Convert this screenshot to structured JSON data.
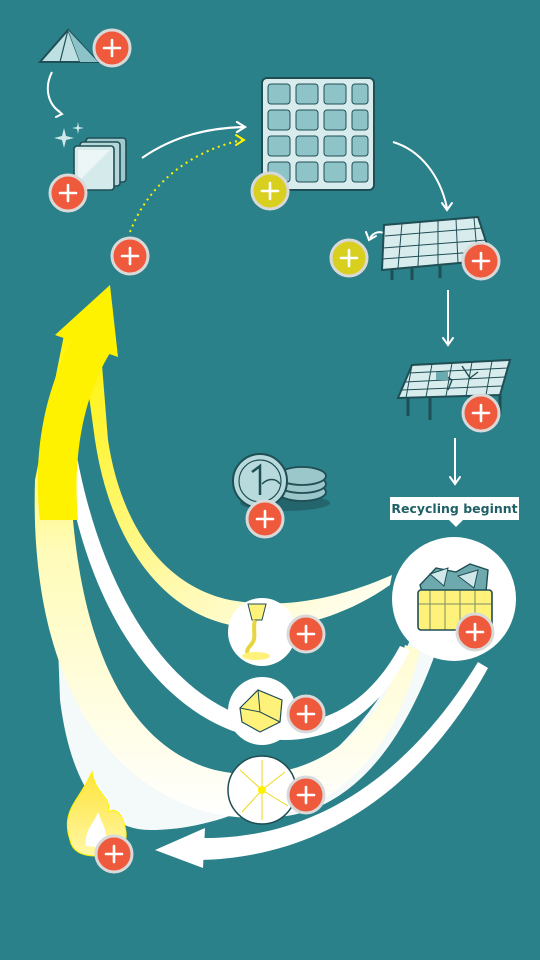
{
  "labels": {
    "recycling_start": "Recycling beginnt"
  },
  "colors": {
    "background": "#2a8189",
    "accent_red": "#f05a3c",
    "accent_yellow": "#d8cf1e",
    "flow_yellow": "#fff200",
    "flow_white": "#ffffff",
    "line_dark": "#1f4e55"
  },
  "hotspots": [
    {
      "name": "hotspot-quartz-sand",
      "color": "red"
    },
    {
      "name": "hotspot-silicon-wafers",
      "color": "red"
    },
    {
      "name": "hotspot-wafer-to-cell",
      "color": "red"
    },
    {
      "name": "hotspot-solar-cell",
      "color": "yellow"
    },
    {
      "name": "hotspot-installation",
      "color": "yellow"
    },
    {
      "name": "hotspot-solar-panel",
      "color": "red"
    },
    {
      "name": "hotspot-broken-panel",
      "color": "red"
    },
    {
      "name": "hotspot-coins-cost",
      "color": "red"
    },
    {
      "name": "hotspot-recycling-container",
      "color": "red"
    },
    {
      "name": "hotspot-recovered-silver",
      "color": "red"
    },
    {
      "name": "hotspot-recovered-aluminium",
      "color": "red"
    },
    {
      "name": "hotspot-recovered-glass",
      "color": "red"
    },
    {
      "name": "hotspot-incineration",
      "color": "red"
    }
  ]
}
